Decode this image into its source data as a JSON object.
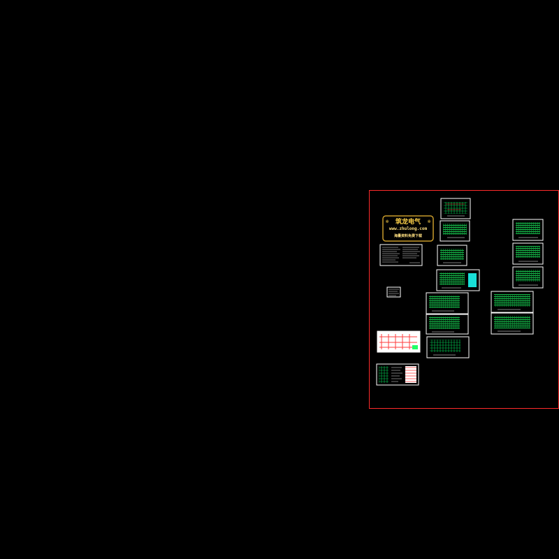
{
  "stamp": {
    "title": "筑龙电气",
    "url": "www.zhulong.com",
    "slogan": "海量资料免费下载",
    "title_color": "#ffd24a",
    "text_color": "#ffe080",
    "border_color": "#c89a2a"
  },
  "colors": {
    "canvas_background": "#000000",
    "boundary": "#ff2a2a",
    "sheet_border": "#ffffff",
    "drawing_lines": "#00ff66",
    "highlight_block": "#19e0d8",
    "accent_lines": "#ff3b3b"
  },
  "sheets_count_label": ""
}
